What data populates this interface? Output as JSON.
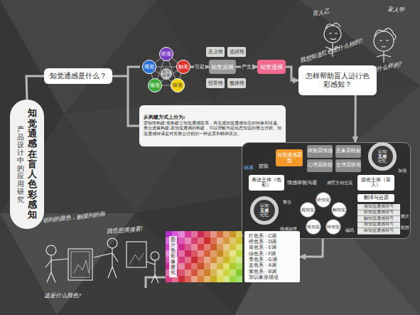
{
  "diagram": {
    "nodes": [
      {
        "text": [
          "知觉通感在盲人色彩感知",
          "产品设计中的应用研究"
        ]
      },
      {
        "text": [
          "知觉通感是什么？"
        ]
      },
      {
        "text": [
          "听觉"
        ]
      },
      {
        "text": [
          "视觉"
        ]
      },
      {
        "text": [
          "触觉"
        ]
      },
      {
        "text": [
          "嗅觉"
        ]
      },
      {
        "text": [
          "味觉"
        ]
      },
      {
        "text": [
          "意义性"
        ]
      },
      {
        "text": [
          "选择性"
        ]
      },
      {
        "text": [
          "知觉反映"
        ]
      },
      {
        "text": [
          "恒常性"
        ]
      },
      {
        "text": [
          "整体性"
        ]
      },
      {
        "text": [
          "知觉通感"
        ]
      },
      {
        "text": [
          "怎样帮助盲人进行色彩感知？"
        ]
      },
      {
        "text": [
          "从构建方式上分为:",
          "逻辑性构建:先构建立知觉通感联系，再完成知觉通感信息的转换和传递。",
          "整合进展构建:及知觉通感的构建，可以理解为是动态知觉的整合过程。知觉通感转译是对其整合过程的一种还原和精神表达。"
        ]
      },
      {
        "text": []
      },
      {
        "text": [
          "知觉通感原型"
        ],
        "in": 15
      },
      {
        "text": [
          "体验层情感"
        ],
        "in": 15
      },
      {
        "text": [
          "意象层映射"
        ],
        "in": 15
      },
      {
        "text": [
          "心理层联想"
        ],
        "in": 15
      },
      {
        "text": [
          "生理层联觉"
        ],
        "in": 15
      },
      {
        "text": [
          "认知",
          "五感",
          "记忆"
        ],
        "in": 15
      },
      {
        "text": [
          "表达主体（色彩）"
        ],
        "in": 15
      },
      {
        "text": [
          "接收主体（盲人）"
        ],
        "in": 15
      },
      {
        "text": [
          "听知觉"
        ],
        "in": 15
      },
      {
        "text": [
          "视知觉"
        ],
        "in": 15
      },
      {
        "text": [
          "触知觉"
        ],
        "in": 15
      },
      {
        "text": [
          "嗅知觉"
        ],
        "in": 15
      },
      {
        "text": [
          "味知觉"
        ],
        "in": 15
      },
      {
        "text": [
          "认知",
          "五感",
          "记忆"
        ],
        "in": 15
      },
      {
        "text": [
          "翻译与还原"
        ],
        "in": 15
      },
      {
        "text": [
          "视知觉通感符号"
        ],
        "in": 15
      },
      {
        "text": [
          "听知觉通感符号"
        ],
        "in": 15
      },
      {
        "text": [
          "触知觉通感符号"
        ],
        "in": 15
      },
      {
        "text": [
          "嗅知觉通感符号"
        ],
        "in": 15
      },
      {
        "text": [
          "味知觉通感符号"
        ],
        "in": 15
      },
      {
        "text": [
          "图片色彩像素化"
        ]
      },
      {
        "text": [
          "红色系 - C调",
          "橙色系 - D调",
          "黄色系 - E调",
          "绿色系 - F调",
          "青色系 - G调",
          "蓝色系 - A调",
          "紫色系 - B调",
          "加以象形描述"
        ]
      }
    ],
    "edges": [
      {
        "from": 0,
        "to": 1,
        "arrow": "none"
      },
      {
        "from": 1,
        "to": 14,
        "arrow": "none"
      },
      {
        "from": 4,
        "to": 9,
        "arrow": "to",
        "label": "引起"
      },
      {
        "from": 9,
        "to": 12,
        "arrow": "to",
        "label": "产生"
      },
      {
        "from": 12,
        "to": 13,
        "arrow": "to"
      },
      {
        "from": 13,
        "to": 15,
        "arrow": "to"
      },
      {
        "from": 15,
        "to": 37,
        "arrow": "to"
      },
      {
        "from": 22,
        "to": 16,
        "arrow": "to",
        "label": "获取"
      },
      {
        "from": 22,
        "to": 23,
        "arrow": "both",
        "label": "情感体验沟通"
      },
      {
        "from": 21,
        "to": 23,
        "arrow": "to"
      },
      {
        "from": 30,
        "to": 23,
        "arrow": "to"
      },
      {
        "from": 29,
        "to": 22,
        "arrow": "to"
      },
      {
        "from": 26,
        "to": 33,
        "arrow": "to"
      }
    ],
    "labels": [
      "相互作用",
      "加强",
      "诉求",
      "感官互动交流",
      "编码",
      "整合",
      "情感诉求",
      "媒介",
      "联想",
      "盲人乙",
      "我想知道红色是什么样的?",
      "盲人甲",
      "黑色到底是什么样的?",
      "听到的颜色，触摸到的画",
      "我也想摸摸看!",
      "这是什么颜色?"
    ]
  }
}
